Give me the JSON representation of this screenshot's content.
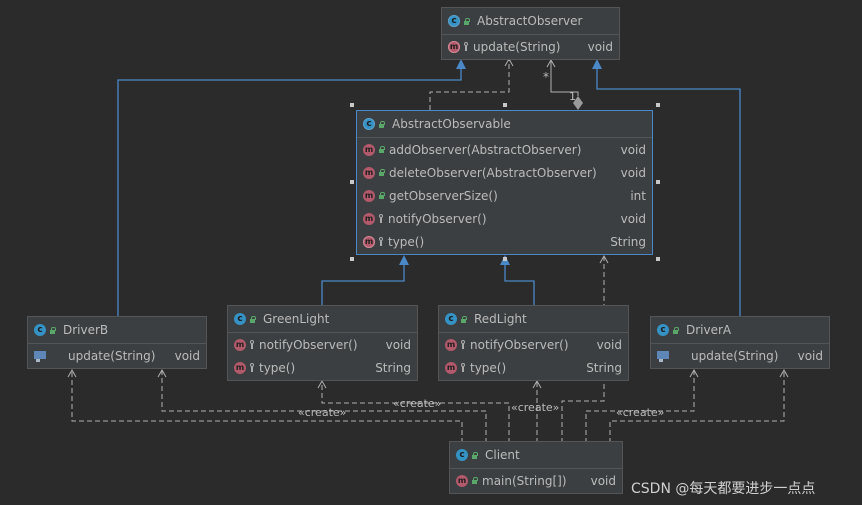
{
  "classes": {
    "abstract_observer": {
      "name": "AbstractObserver",
      "methods": [
        {
          "name": "update(String)",
          "ret": "void"
        }
      ]
    },
    "abstract_observable": {
      "name": "AbstractObservable",
      "methods": [
        {
          "name": "addObserver(AbstractObserver)",
          "ret": "void"
        },
        {
          "name": "deleteObserver(AbstractObserver)",
          "ret": "void"
        },
        {
          "name": "getObserverSize()",
          "ret": "int"
        },
        {
          "name": "notifyObserver()",
          "ret": "void"
        },
        {
          "name": "type()",
          "ret": "String"
        }
      ]
    },
    "driver_b": {
      "name": "DriverB",
      "methods": [
        {
          "name": "update(String)",
          "ret": "void"
        }
      ]
    },
    "green_light": {
      "name": "GreenLight",
      "methods": [
        {
          "name": "notifyObserver()",
          "ret": "void"
        },
        {
          "name": "type()",
          "ret": "String"
        }
      ]
    },
    "red_light": {
      "name": "RedLight",
      "methods": [
        {
          "name": "notifyObserver()",
          "ret": "void"
        },
        {
          "name": "type()",
          "ret": "String"
        }
      ]
    },
    "driver_a": {
      "name": "DriverA",
      "methods": [
        {
          "name": "update(String)",
          "ret": "void"
        }
      ]
    },
    "client": {
      "name": "Client",
      "methods": [
        {
          "name": "main(String[])",
          "ret": "void"
        }
      ]
    }
  },
  "edge_labels": {
    "create": "«create»",
    "multiplicity_many": "*",
    "multiplicity_one": "1"
  },
  "watermark": "CSDN @每天都要进步一点点",
  "colors": {
    "background": "#2b2b2b",
    "node_fill": "#3c3f41",
    "node_border": "#555555",
    "generalization": "#4a88c7",
    "dependency": "#b0b0b0",
    "class_icon": "#3592c4",
    "method_icon": "#b2596b",
    "public_icon": "#59a869"
  },
  "icons": {
    "class": "class-icon",
    "abstract_class": "abstract-class-icon",
    "method": "method-icon",
    "abstract_method": "abstract-method-icon",
    "public": "public-lock-icon",
    "protected": "protected-key-icon",
    "override": "override-icon"
  }
}
